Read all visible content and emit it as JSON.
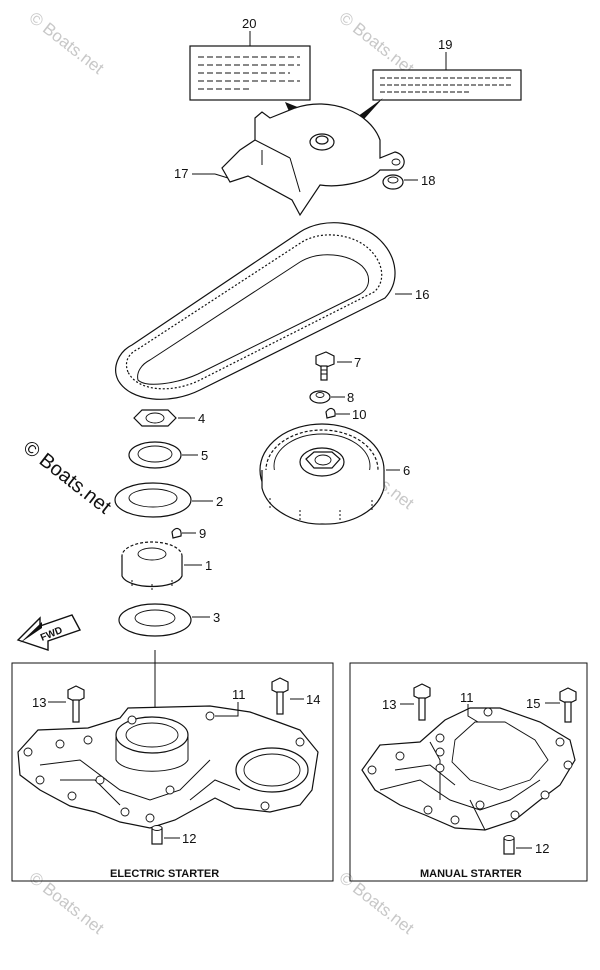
{
  "watermark": "© Boats.net",
  "callouts": {
    "c1": "1",
    "c2": "2",
    "c3": "3",
    "c4": "4",
    "c5": "5",
    "c6": "6",
    "c7": "7",
    "c8": "8",
    "c9": "9",
    "c10": "10",
    "c11a": "11",
    "c11b": "11",
    "c12a": "12",
    "c12b": "12",
    "c13a": "13",
    "c13b": "13",
    "c14": "14",
    "c15": "15",
    "c16": "16",
    "c17": "17",
    "c18": "18",
    "c19": "19",
    "c20": "20"
  },
  "panels": {
    "electric_caption": "ELECTRIC STARTER",
    "manual_caption": "MANUAL STARTER"
  },
  "direction_arrow": "FWD",
  "colors": {
    "line": "#111111",
    "watermark": "#c8c8c8",
    "background": "#ffffff"
  }
}
